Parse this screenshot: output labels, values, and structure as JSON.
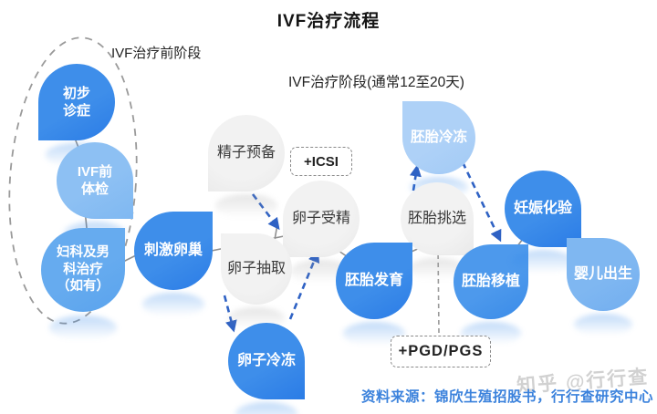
{
  "title": "IVF治疗流程",
  "labels": {
    "pre_stage": "IVF治疗前阶段",
    "main_stage": "IVF治疗阶段(通常12至20天)",
    "source": "资料来源：锦欣生殖招股书，行行查研究中心",
    "watermark": "知乎 @行行查"
  },
  "boxes": {
    "icsi": "+ICSI",
    "pgd_pgs": "+PGD/PGS"
  },
  "nodes": [
    {
      "id": "initial-diagnosis",
      "label": "初步\n诊症",
      "color": "#3287E9"
    },
    {
      "id": "pre-ivf-checkup",
      "label": "IVF前\n体检",
      "color": "#87BDF2"
    },
    {
      "id": "gyn-andro-treatment",
      "label": "妇科及男\n科治疗\n（如有）",
      "color": "#61A8EE"
    },
    {
      "id": "ovarian-stimulation",
      "label": "刺激卵巢",
      "color": "#2F85E9"
    },
    {
      "id": "sperm-preparation",
      "label": "精子预备",
      "color": "#EFEFEF"
    },
    {
      "id": "egg-fertilization",
      "label": "卵子受精",
      "color": "#EFEFEF"
    },
    {
      "id": "egg-retrieval",
      "label": "卵子抽取",
      "color": "#EFEFEF"
    },
    {
      "id": "egg-freezing",
      "label": "卵子冷冻",
      "color": "#2F85E9"
    },
    {
      "id": "embryo-freezing",
      "label": "胚胎冷冻",
      "color": "#A9CEF7"
    },
    {
      "id": "embryo-selection",
      "label": "胚胎挑选",
      "color": "#EFEFEF"
    },
    {
      "id": "embryo-development",
      "label": "胚胎发育",
      "color": "#2F85E9"
    },
    {
      "id": "embryo-transfer",
      "label": "胚胎移植",
      "color": "#4191EA"
    },
    {
      "id": "pregnancy-test",
      "label": "妊娠化验",
      "color": "#2F85E9"
    },
    {
      "id": "baby-birth",
      "label": "婴儿出生",
      "color": "#79B3F1"
    }
  ],
  "colors": {
    "primary_blue": "#2F85E9",
    "light_blue": "#87BDF2",
    "medium_blue": "#61A8EE",
    "pale_blue": "#A9CEF7",
    "soft_blue": "#79B3F1",
    "gray_node": "#EFEFEF",
    "arrow_blue": "#2F62C4",
    "line_gray": "#8F8F8F",
    "source_text_blue": "#3B82DC"
  }
}
